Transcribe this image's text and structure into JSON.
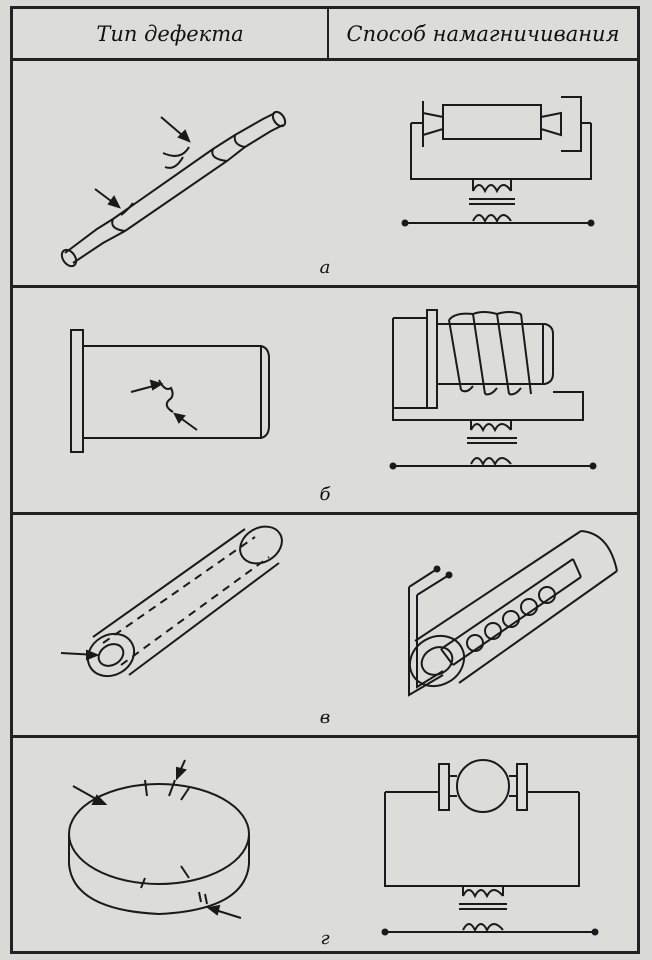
{
  "header": {
    "col1": "Тип дефекта",
    "col2": "Способ намагничивания"
  },
  "rows": [
    {
      "label": "а"
    },
    {
      "label": "б"
    },
    {
      "label": "в"
    },
    {
      "label": "г"
    }
  ],
  "colors": {
    "ink": "#1a1a1a",
    "paper": "#dcdcd9"
  }
}
